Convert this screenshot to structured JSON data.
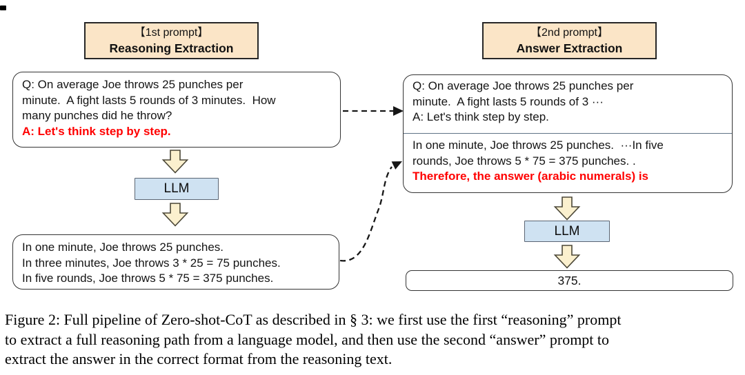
{
  "figure": {
    "left": {
      "header_line1": "【1st prompt】",
      "header_line2": "Reasoning Extraction",
      "prompt_question": "Q: On average Joe throws 25 punches per\nminute.  A fight lasts 5 rounds of 3 minutes.  How\nmany punches did he throw?",
      "prompt_trigger": "A: Let's think step by step.",
      "llm_label": "LLM",
      "output_text": "In one minute, Joe throws 25 punches.\nIn three minutes, Joe throws 3 * 25 = 75 punches.\nIn five rounds, Joe throws 5 * 75 = 375 punches."
    },
    "right": {
      "header_line1": "【2nd prompt】",
      "header_line2": "Answer Extraction",
      "prompt_question": "Q: On average Joe throws 25 punches per\nminute.  A fight lasts 5 rounds of 3 ···\nA: Let's think step by step.",
      "prompt_reasoning": "In one minute, Joe throws 25 punches.  ···In five\nrounds, Joe throws 5 * 75 = 375 punches. .",
      "answer_trigger": "Therefore, the answer (arabic numerals) is",
      "llm_label": "LLM",
      "answer_text": "375."
    },
    "colors": {
      "header_fill": "#FBE5C7",
      "header_border": "#262626",
      "box_border": "#333333",
      "llm_fill": "#CFE2F2",
      "llm_border": "#5A6472",
      "arrow_fill": "#FBF0CE",
      "arrow_border": "#4A4636",
      "accent_red": "#FF0000",
      "divider": "#5F7285"
    }
  },
  "caption": "Figure 2: Full pipeline of Zero-shot-CoT as described in § 3: we first use the first “reasoning” prompt\nto extract a full reasoning path from a language model, and then use the second “answer” prompt to\nextract the answer in the correct format from the reasoning text."
}
